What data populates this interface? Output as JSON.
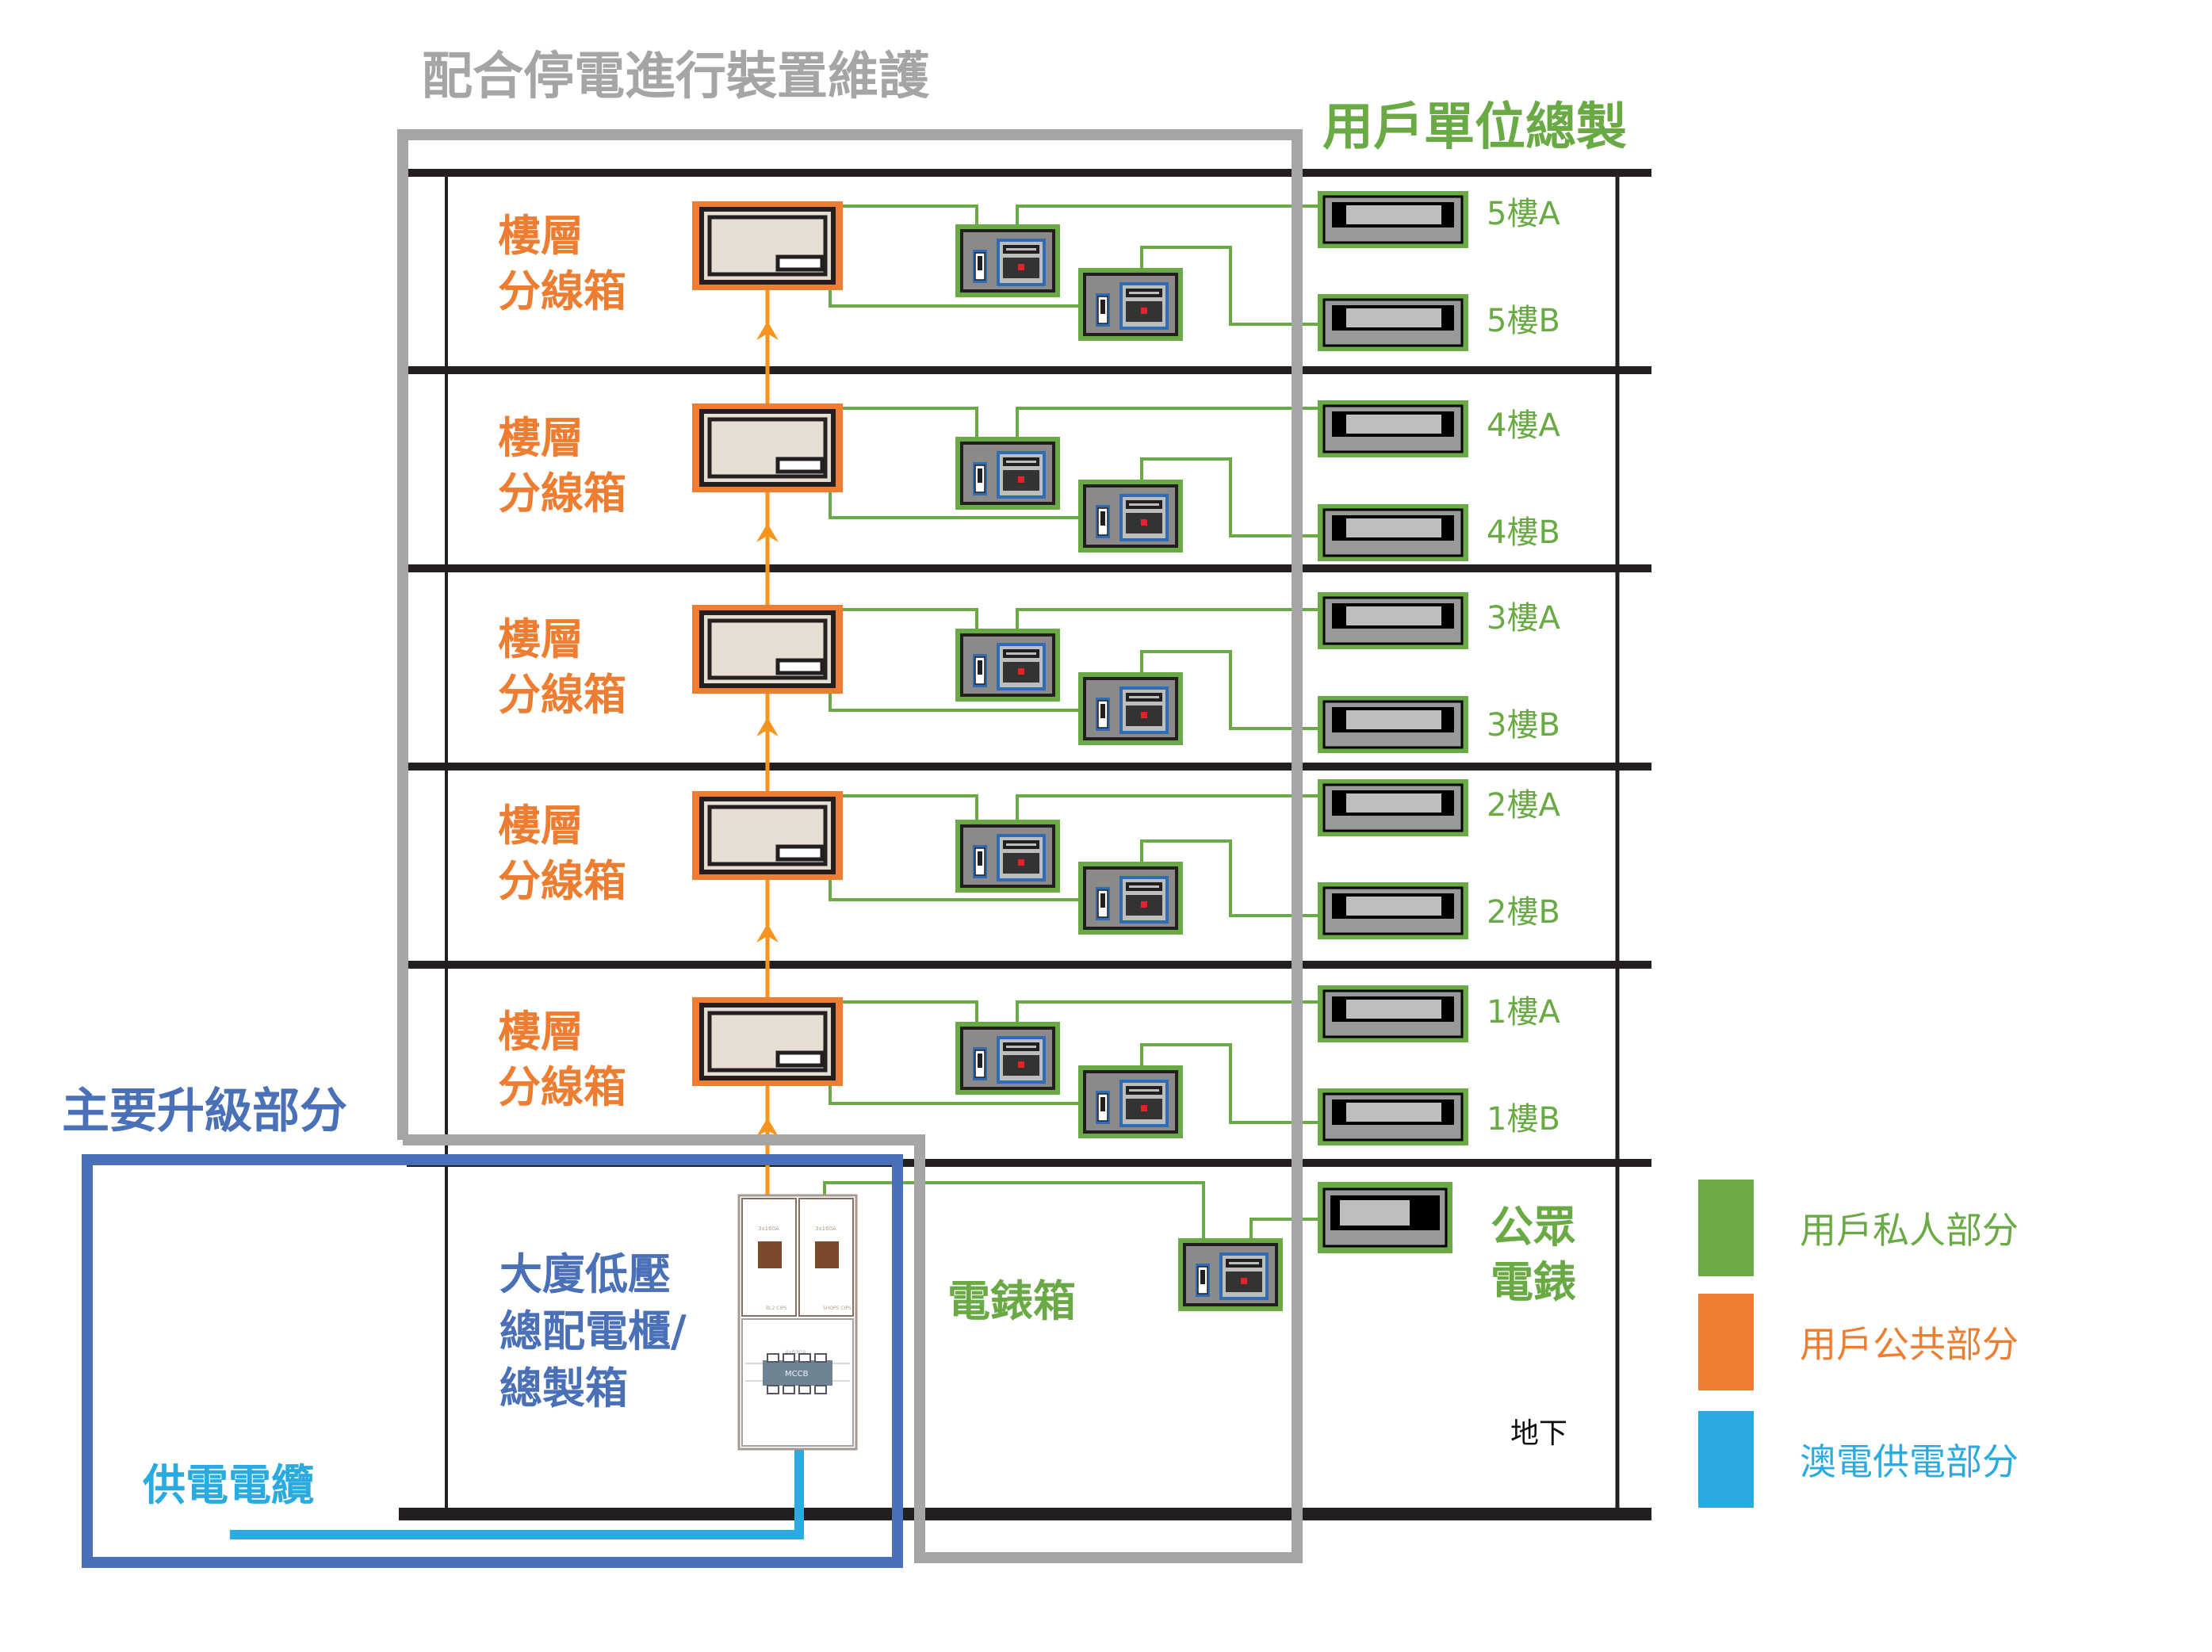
{
  "titles": {
    "maintenance_zone": "配合停電進行裝置維護",
    "meter_column": "用戶單位總製",
    "upgrade_zone": "主要升級部分"
  },
  "floor_box_label": [
    "樓層",
    "分線箱"
  ],
  "floors": [
    {
      "level": "5",
      "meters": [
        "5樓A",
        "5樓B"
      ]
    },
    {
      "level": "4",
      "meters": [
        "4樓A",
        "4樓B"
      ]
    },
    {
      "level": "3",
      "meters": [
        "3樓A",
        "3樓B"
      ]
    },
    {
      "level": "2",
      "meters": [
        "2樓A",
        "2樓B"
      ]
    },
    {
      "level": "1",
      "meters": [
        "1樓A",
        "1樓B"
      ]
    }
  ],
  "basement": {
    "floor_label": "地下",
    "main_panel_label": [
      "大廈低壓",
      "總配電櫃/",
      "總製箱"
    ],
    "meter_box_label": "電錶箱",
    "public_meter_label": [
      "公眾",
      "電錶"
    ],
    "supply_cable_label": "供電電纜",
    "panel_details": {
      "left_fuse_rating": "3x160A",
      "right_fuse_rating": "3x160A",
      "left_fuse_tag": "BL2 CIPS",
      "right_fuse_tag": "SHOPS CIPS",
      "breaker_rating": "4x630A",
      "breaker_label": "MCCB"
    }
  },
  "legend": [
    {
      "label": "用戶私人部分",
      "color": "#6aaa45"
    },
    {
      "label": "用戶公共部分",
      "color": "#ed7d31"
    },
    {
      "label": "澳電供電部分",
      "color": "#29abe2"
    }
  ],
  "colors": {
    "private": "#6aaa45",
    "public": "#ed7d31",
    "utility": "#29abe2",
    "upgrade_blue": "#4a70b8",
    "maintenance_gray": "#a6a5a6",
    "riser_orange": "#f7941d",
    "structure": "#231f20"
  }
}
